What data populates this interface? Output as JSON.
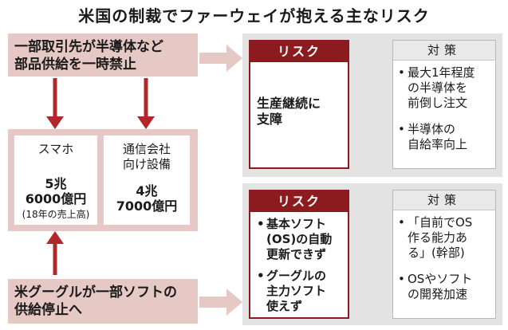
{
  "title": "米国の制裁でファーウェイが抱える主なリスク",
  "colors": {
    "accent_red": "#8b1b1f",
    "pink_panel": "#e6c8c4",
    "grey_panel": "#e3e3e3"
  },
  "left": {
    "top_event": "一部取引先が半導体など\n部品供給を一時禁止",
    "cards": [
      {
        "label": "スマホ",
        "value": "5兆\n6000億円",
        "note": "(18年の売上高)"
      },
      {
        "label": "通信会社\n向け設備",
        "value": "4兆\n7000億円",
        "note": ""
      }
    ],
    "bottom_event": "米グーグルが一部ソフトの\n供給停止へ"
  },
  "panels": [
    {
      "risk_header": "リスク",
      "risk_items": [
        {
          "bullet": "",
          "text": "生産継続に\n支障"
        }
      ],
      "measure_header": "対策",
      "measure_items": [
        {
          "bullet": "•",
          "text": "最大1年程度\nの半導体を\n前倒し注文"
        },
        {
          "bullet": "•",
          "text": "半導体の\n自給率向上"
        }
      ]
    },
    {
      "risk_header": "リスク",
      "risk_items": [
        {
          "bullet": "•",
          "text": "基本ソフト\n(OS)の自動\n更新できず"
        },
        {
          "bullet": "•",
          "text": "グーグルの\n主力ソフト\n使えず"
        }
      ],
      "measure_header": "対策",
      "measure_items": [
        {
          "bullet": "•",
          "text": "「自前でOS\n作る能力あ\nる」(幹部)"
        },
        {
          "bullet": "•",
          "text": "OSやソフト\nの開発加速"
        }
      ]
    }
  ]
}
